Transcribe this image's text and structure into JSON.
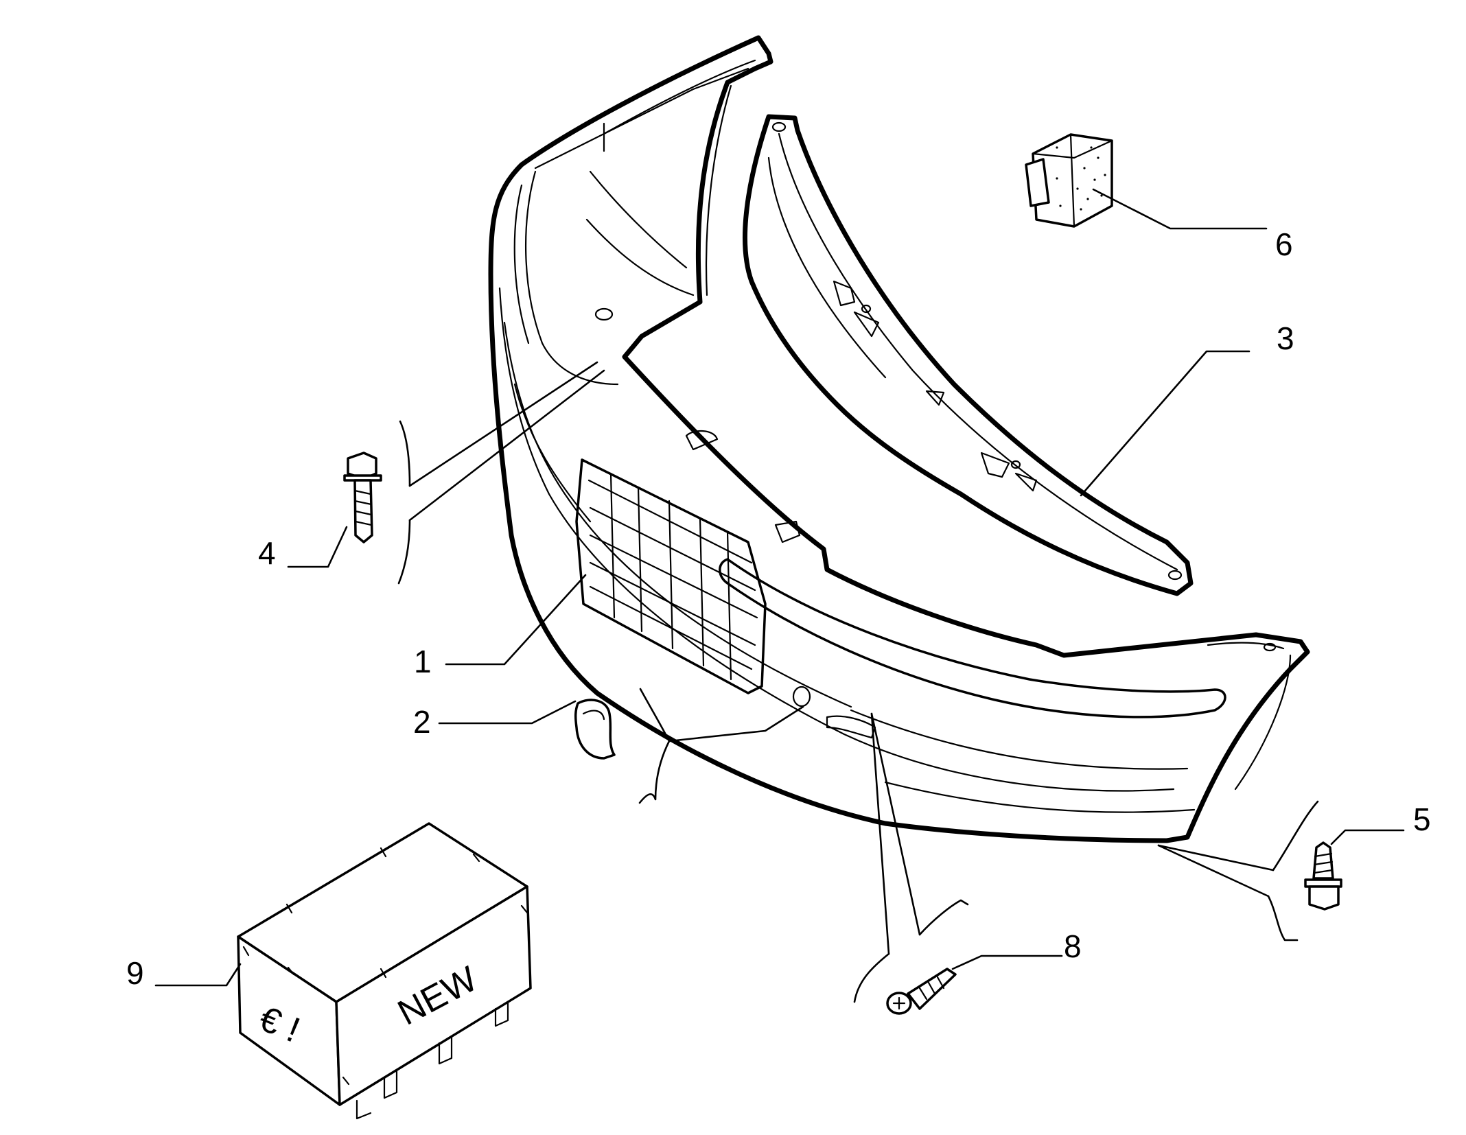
{
  "callouts": [
    "1",
    "2",
    "3",
    "4",
    "5",
    "6",
    "8",
    "9"
  ],
  "box": {
    "front_text": "NEW",
    "side_symbols": "€ !"
  },
  "parts": {
    "1": "bumper-cover",
    "2": "plug-cap",
    "3": "reinforcement-beam",
    "4": "flange-bolt",
    "5": "flange-screw",
    "6": "foam-block",
    "8": "self-tapping-screw",
    "9": "kit-box"
  }
}
